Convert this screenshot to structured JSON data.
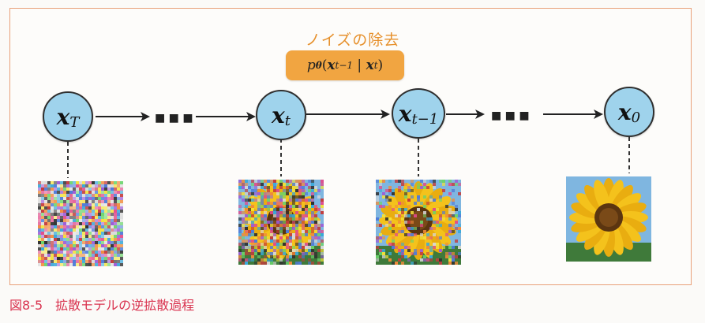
{
  "title": "ノイズの除去",
  "formula": {
    "p": "p",
    "theta": "θ",
    "lparen": "(",
    "x1": "x",
    "sub1": "t−1",
    "bar": "|",
    "x2": "x",
    "sub2": "t",
    "rparen": ")"
  },
  "nodes": [
    {
      "var": "x",
      "sub": "T"
    },
    {
      "var": "x",
      "sub": "t"
    },
    {
      "var": "x",
      "sub": "t−1"
    },
    {
      "var": "x",
      "sub": "0"
    }
  ],
  "ellipsis": "■ ■ ■",
  "images": [
    {
      "name": "pure-noise-image",
      "noise": 1.0
    },
    {
      "name": "noisy-sunflower-image",
      "noise": 0.7
    },
    {
      "name": "less-noisy-sunflower-image",
      "noise": 0.4
    },
    {
      "name": "clean-sunflower-image",
      "noise": 0.0
    }
  ],
  "colors": {
    "node_fill": "#9fd3ec",
    "box_fill": "#f1a541",
    "title_color": "#e6902c",
    "frame": "#e8a07a",
    "caption": "#d9334f"
  },
  "caption": {
    "number": "図8-5",
    "text": "拡散モデルの逆拡散過程"
  }
}
